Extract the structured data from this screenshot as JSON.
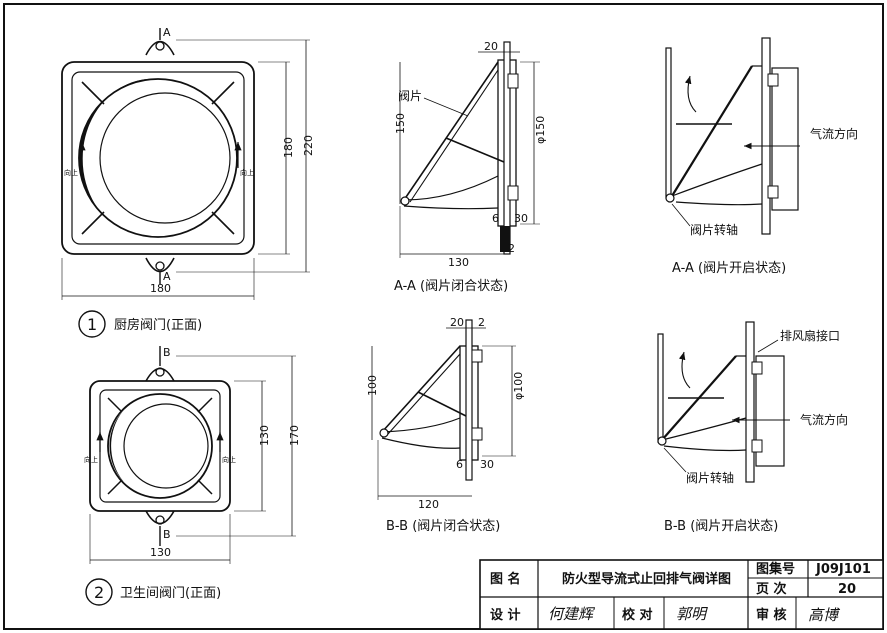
{
  "figure1": {
    "number": "1",
    "caption": "厨房阀门(正面)",
    "section_marks": [
      "A",
      "A"
    ],
    "dims": {
      "width": "180",
      "inner_height": "180",
      "outer_height": "220"
    },
    "side_labels": [
      "向上",
      "向上"
    ]
  },
  "figure2": {
    "number": "2",
    "caption": "卫生间阀门(正面)",
    "section_marks": [
      "B",
      "B"
    ],
    "dims": {
      "width": "130",
      "inner_height": "130",
      "outer_height": "170"
    },
    "side_labels": [
      "向上",
      "向上"
    ]
  },
  "section_aa_closed": {
    "caption": "A-A (阀片闭合状态)",
    "label_blade": "阀片",
    "dims": {
      "top": "20",
      "left_height": "150",
      "diameter": "φ150",
      "bottom_6": "6",
      "bottom_30": "30",
      "width": "130",
      "tab": "2"
    }
  },
  "section_aa_open": {
    "caption": "A-A (阀片开启状态)",
    "label_flow": "气流方向",
    "label_axis": "阀片转轴"
  },
  "section_bb_closed": {
    "caption": "B-B (阀片闭合状态)",
    "dims": {
      "top": "20",
      "top_right": "2",
      "left_height": "100",
      "diameter": "φ100",
      "bottom_6": "6",
      "bottom_30": "30",
      "width": "120"
    }
  },
  "section_bb_open": {
    "caption": "B-B (阀片开启状态)",
    "label_port": "排风扇接口",
    "label_flow": "气流方向",
    "label_axis": "阀片转轴"
  },
  "title_block": {
    "name_label": "图 名",
    "name_value": "防火型导流式止回排气阀详图",
    "atlas_label": "图集号",
    "atlas_value": "J09J101",
    "page_label": "页 次",
    "page_value": "20",
    "design_label": "设 计",
    "check_label": "校 对",
    "review_label": "审 核",
    "design_sign": "何建辉",
    "check_sign": "郭明",
    "review_sign": "高博"
  }
}
